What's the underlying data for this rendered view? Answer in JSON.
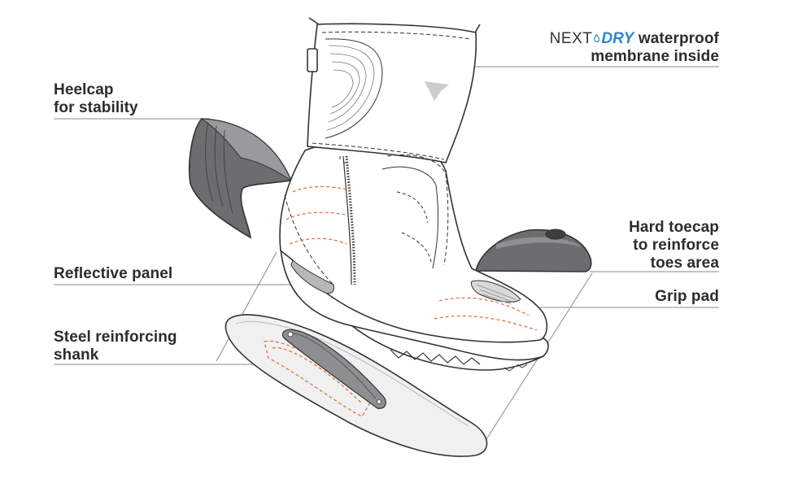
{
  "labels": {
    "membrane": {
      "brand_next": "NEXT",
      "brand_dry": "DRY",
      "line1_rest": " waterproof",
      "line2": "membrane inside"
    },
    "heelcap": {
      "line1": "Heelcap",
      "line2": "for stability"
    },
    "toecap": {
      "line1": "Hard toecap",
      "line2": "to reinforce",
      "line3": "toes area"
    },
    "reflective": {
      "line1": "Reflective panel"
    },
    "grip": {
      "line1": "Grip pad"
    },
    "shank": {
      "line1": "Steel reinforcing",
      "line2": "shank"
    }
  },
  "colors": {
    "text": "#2c2c2c",
    "brand_accent": "#2e86c9",
    "outline": "#333333",
    "part_fill": "#6d6d6f",
    "part_top": "#9a9a9c",
    "stitch_accent": "#e06a3b",
    "insole_fill": "#f0f0f0",
    "leader_line": "#8a8a8a"
  }
}
